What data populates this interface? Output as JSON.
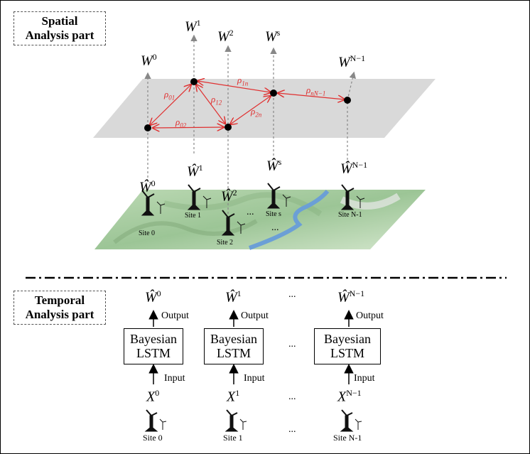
{
  "spatial": {
    "title_line1": "Spatial",
    "title_line2": "Analysis part",
    "outputs": [
      "W",
      "W",
      "W",
      "W",
      "W"
    ],
    "output_sups": [
      "0",
      "1",
      "2",
      "s",
      "N−1"
    ],
    "predicted_sups": [
      "0",
      "1",
      "2",
      "s",
      "N−1"
    ],
    "correlations": [
      {
        "sym": "ρ",
        "sub": "01"
      },
      {
        "sym": "ρ",
        "sub": "02"
      },
      {
        "sym": "ρ",
        "sub": "12"
      },
      {
        "sym": "ρ",
        "sub": "1n"
      },
      {
        "sym": "ρ",
        "sub": "2n"
      },
      {
        "sym": "ρ",
        "sub": "nN−1"
      }
    ],
    "sites": [
      "Site 0",
      "Site 1",
      "Site 2",
      "Site s",
      "Site N-1"
    ],
    "ellipsis": "...",
    "ellipsis2": "..."
  },
  "temporal": {
    "title_line1": "Temporal",
    "title_line2": "Analysis part",
    "columns": [
      {
        "out_sup": "0",
        "in_sup": "0",
        "site": "Site 0"
      },
      {
        "out_sup": "1",
        "in_sup": "1",
        "site": "Site 1"
      },
      {
        "out_sup": "N−1",
        "in_sup": "N−1",
        "site": "Site N-1"
      }
    ],
    "box_line1": "Bayesian",
    "box_line2": "LSTM",
    "output_label": "Output",
    "input_label": "Input",
    "ellipsis": "..."
  },
  "colors": {
    "correlation": "#e03030",
    "plane": "#d9d9d9",
    "map_green": "#a9cfa0",
    "river": "#6b9fd6"
  }
}
